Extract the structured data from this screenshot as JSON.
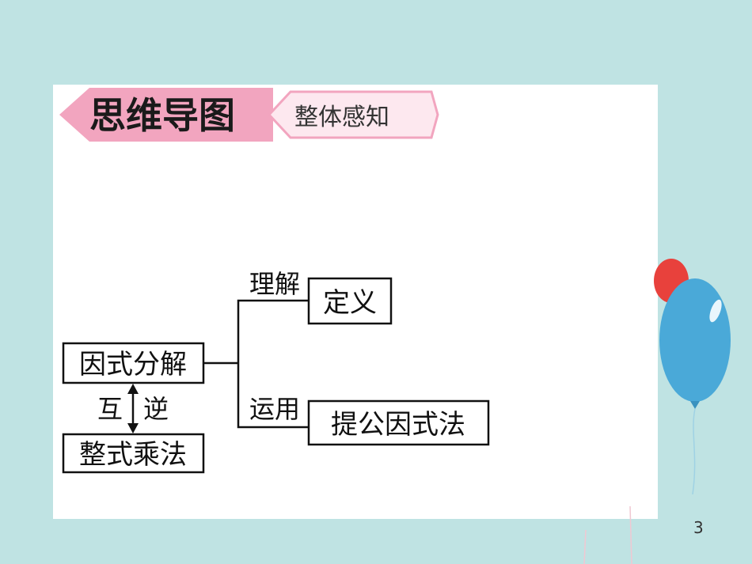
{
  "header": {
    "title": "思维导图",
    "subtitle": "整体感知",
    "colors": {
      "title_bg": "#f2a5bf",
      "subtitle_bg": "#fde8ef",
      "accent": "#e990b0"
    }
  },
  "diagram": {
    "nodes": {
      "root": "因式分解",
      "inverse": "整式乘法",
      "definition": "定义",
      "method": "提公因式法"
    },
    "edges": {
      "understand": "理解",
      "apply": "运用",
      "mutual": "互",
      "reverse": "逆"
    }
  },
  "page": {
    "number": "3"
  },
  "colors": {
    "background": "#bfe3e3",
    "balloon_blue": "#4aa9d8",
    "balloon_red": "#e8413c"
  }
}
